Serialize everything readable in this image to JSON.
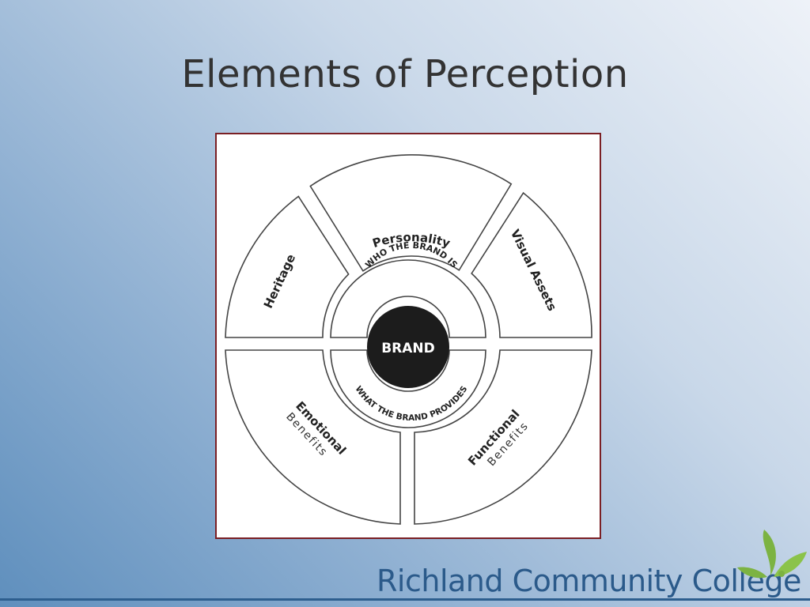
{
  "slide": {
    "title": "Elements of Perception"
  },
  "diagram": {
    "center": "BRAND",
    "inner_top": "WHO THE BRAND IS",
    "inner_bottom": "WHAT THE BRAND PROVIDES",
    "segments": {
      "heritage": "Heritage",
      "personality": "Personality",
      "visual_assets": "Visual Assets",
      "emotional": {
        "title": "Emotional",
        "subtitle": "Benefits"
      },
      "functional": {
        "title": "Functional",
        "subtitle": "Benefits"
      }
    }
  },
  "footer": {
    "college_name": "Richland Community College",
    "colors": {
      "blue": "#2b5a8a",
      "green": "#7cb342"
    }
  }
}
